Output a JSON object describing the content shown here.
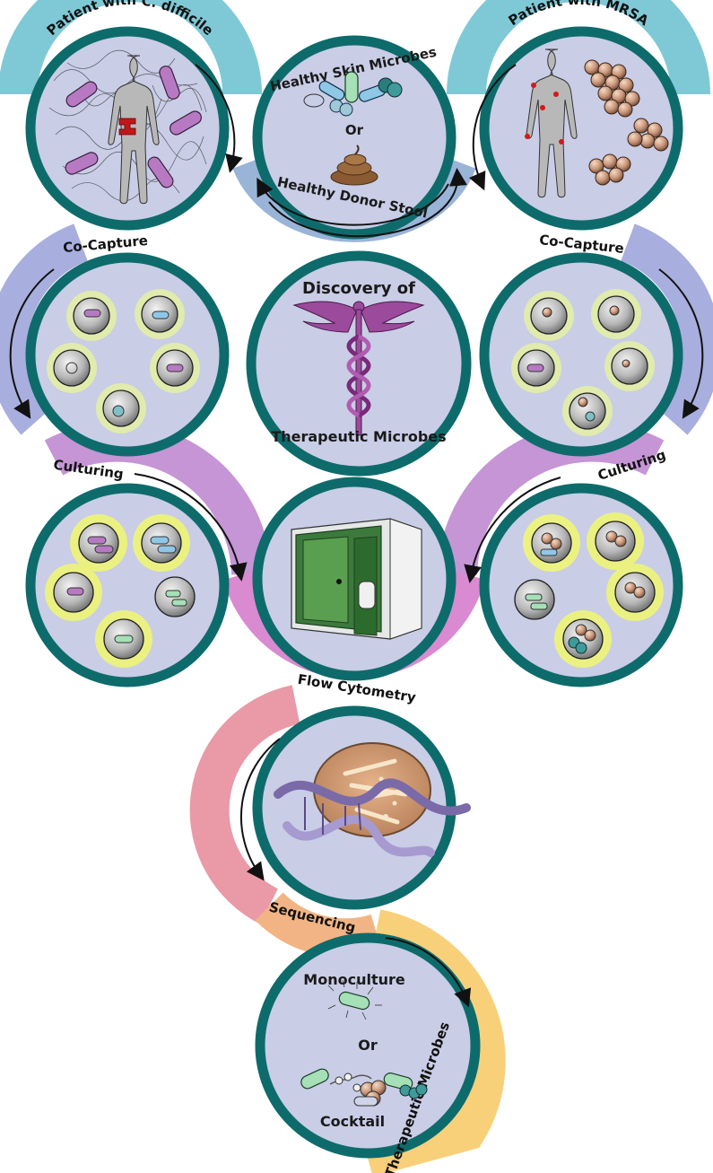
{
  "stages": {
    "patient_cdiff": "Patient with C. difficile",
    "patient_mrsa": "Patient with MRSA",
    "cocapture_left": "Co-Capture",
    "cocapture_right": "Co-Capture",
    "culturing_left": "Culturing",
    "culturing_right": "Culturing",
    "flow_cytometry": "Flow Cytometry",
    "sequencing": "Sequencing",
    "therapeutic": "Therapeutic Microbes"
  },
  "center_top": {
    "line1": "Healthy Skin Microbes",
    "or": "Or",
    "line2": "Healthy Donor Stool"
  },
  "discovery": {
    "line1": "Discovery of",
    "line2": "Therapeutic Microbes"
  },
  "final": {
    "mono": "Monoculture",
    "or": "Or",
    "cocktail": "Cocktail"
  },
  "colors": {
    "ring": "#0e6b6b",
    "disk": "#c9cde6",
    "band_top": "#7fc9d6",
    "band_blue": "#9ab4d8",
    "band_purple": "#b99ad6",
    "band_magenta": "#d68ad6",
    "band_pink": "#e88aa8",
    "band_salmon": "#f0a890",
    "band_orange": "#f5c070",
    "band_yellow": "#fad77a"
  }
}
